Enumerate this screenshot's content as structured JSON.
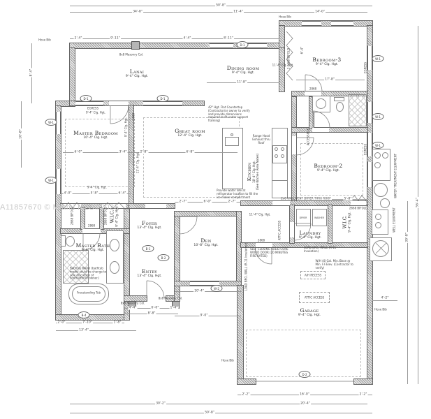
{
  "watermark": "A11857670 © Miami MLS©2025",
  "rooms": {
    "lanai": {
      "name": "Lanai",
      "clg": "9'-4\" Clg. Hgt."
    },
    "dining": {
      "name": "Dining room",
      "clg": "9'-4\" Clg. Hgt."
    },
    "bedroom3": {
      "name": "Bedroom-3",
      "clg": "9'-4\" Clg. Hgt."
    },
    "master_bedroom": {
      "name": "Master Bedroom",
      "clg": "10'-4\" Clg. Hgt."
    },
    "great_room": {
      "name": "Great room",
      "clg": "12'-4\" Clg. Hgt."
    },
    "kitchen": {
      "name": "Kitchen",
      "clg": "10'-4\" Clg. Hgt.",
      "note": "(See Kitchen Area Notes)"
    },
    "bedroom2": {
      "name": "Bedroom-2",
      "clg": "9'-4\" Clg. Hgt."
    },
    "master_bath": {
      "name": "Master Bath",
      "clg": "9'-4\" Clg. Hgt."
    },
    "wic_master": {
      "name": "W.I.C.",
      "clg": "9'-4\" Clg. Hgt."
    },
    "foyer": {
      "name": "Foyer",
      "clg": "13'-4\" Clg. Hgt."
    },
    "den": {
      "name": "Den",
      "clg": "10'-8\" Clg. Hgt."
    },
    "entry": {
      "name": "Entry",
      "clg": "13'-4\" Clg. Hgt."
    },
    "laundry": {
      "name": "Laundry",
      "clg": "9'-4\" Clg. Hgt."
    },
    "wic2": {
      "name": "W.I.C.",
      "clg": "9'-4\" Clg. Hgt."
    },
    "garage": {
      "name": "Garage",
      "clg": "9'-4\" Clg. Hgt."
    }
  },
  "clg": {
    "c94": "9'-4\" Clg. Hgt.",
    "c114": "11'-4\" Clg. Hgt."
  },
  "dims": {
    "t1": "50'-8\"",
    "t2": "34'-8\"",
    "t3": "11'-4\"",
    "t4": "14'-0\"",
    "s1": "2'-4\"",
    "s2": "9'-11\"",
    "s3": "4'-4\"",
    "s4": "8'-11\"",
    "b1": "30'-2\"",
    "b2": "50'-8\"",
    "g1": "2'-2\"",
    "g2": "16'-0\"",
    "g3": "2'-2\"",
    "g4": "20'-4\"",
    "r1": "56'-4\"",
    "r2": "30'-8\"",
    "r3": "4'-2\"",
    "l1": "8'-4\"",
    "l2": "10'-8\"",
    "i_dining": "11'-8\"",
    "i_bed3": "17'-8\"",
    "i_bed3v": "6'-4\"",
    "e1": "2'-7\"",
    "e2": "6'-0\"",
    "e3": "2'-7\"",
    "den_w": "10'-4\"",
    "den_p": "9'-0\"",
    "mb1": "2'-0\"",
    "mb2": "7'-10\"",
    "mb3": "1'-8\"",
    "mb4": "13'-4\"",
    "p1": "4'-4\"",
    "p2": "6'-0\"",
    "p3": "8'-8\"",
    "p4": "1'-4\"",
    "m1": "6'-0\"",
    "m2": "3'-4\"",
    "m3": "2'-8\"",
    "m4": "6'-8\"",
    "m5": "4'-0\"",
    "m6": "5'-8\"",
    "m7": "6'-4\"",
    "w2d": "5'-8\""
  },
  "ann": {
    "egress": "EGRESS",
    "hose": "Hose Bib",
    "col": "8x8 Masonry Col.",
    "d2868": "2868",
    "bif": "2668 BIFOLD",
    "bif2": "2-2668 BIFOLD",
    "attic": "ATTIC ACCESS",
    "accessible": "ACCESSIBLE",
    "vent": "2x6 WALL/VENT DRYER THRU ROOF",
    "self_closing": "SELF CLOSING SOLID CORE WOOD DOOR (20 MINUTES FIRE RATED)",
    "load": "LOAD BRG. WALL (R-11 Insulation)",
    "wh": "W/H 40 Gal. Min./Base @ Min. F.F.Elev. (Contractor to verify)",
    "ah": "A/H RECESS",
    "counter": "42\" Hgt. Flat Countertop (Contractor/or owner to verify and provide dimensions required to fit under support framing)",
    "fridge": "Provide water line at refrigerator location to fill the ice maker compartment",
    "hood": "Range Hood Exhaust thru Roof",
    "tub_model": "Bathtub Model (bathtub model could be change to sole discretion of contractor/or owner.)",
    "tub": "Freestanding Tub",
    "water_eq": "WATER TREATMENT EQUIPMENT",
    "well_eq": "WELL EQUIPMENT",
    "washer": "WASHER",
    "dryer": "DRYER"
  },
  "markers": {
    "d1": "D-1",
    "d2": "D-2",
    "w1": "W-1",
    "w2": "W-2",
    "b1": "B-1",
    "b2": "B-2",
    "b4": "B-4"
  }
}
